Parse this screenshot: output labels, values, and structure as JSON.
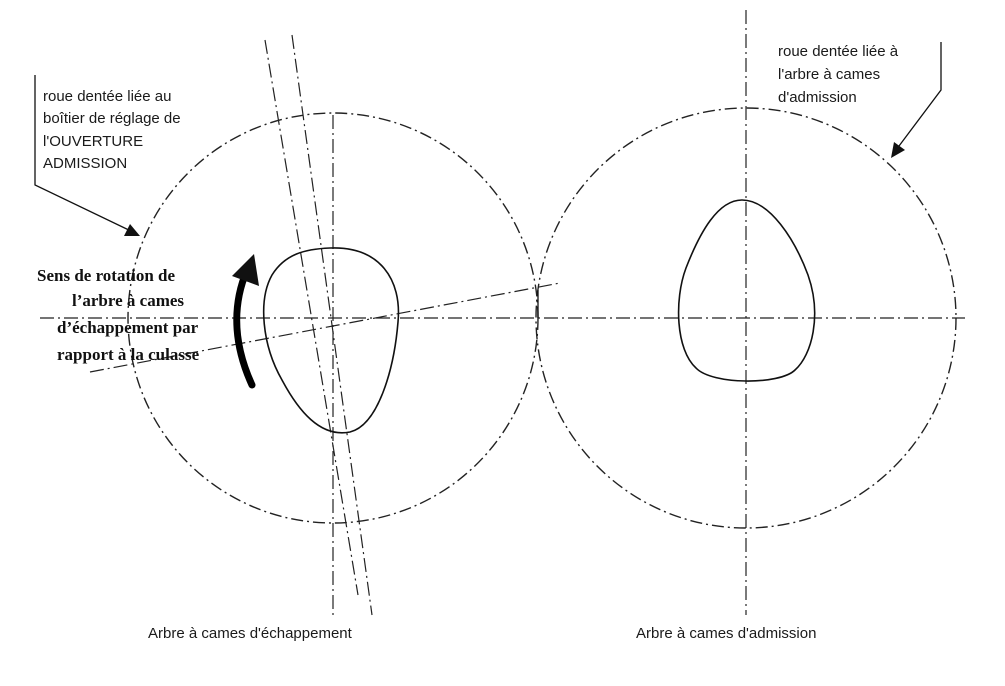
{
  "labels": {
    "exhaust_gear_note": [
      "roue dentée liée au",
      "boîtier de réglage de",
      "l'OUVERTURE",
      "ADMISSION"
    ],
    "intake_gear_note": [
      "roue dentée liée à",
      "l'arbre à cames",
      "d'admission"
    ],
    "rotation_note": [
      "Sens de rotation de",
      "l’arbre à cames",
      "d’échappement par",
      "rapport à la culasse"
    ],
    "exhaust_caption": "Arbre à cames d'échappement",
    "intake_caption": "Arbre à cames d'admission"
  },
  "colors": {
    "ink": "#111111",
    "background": "#ffffff"
  }
}
